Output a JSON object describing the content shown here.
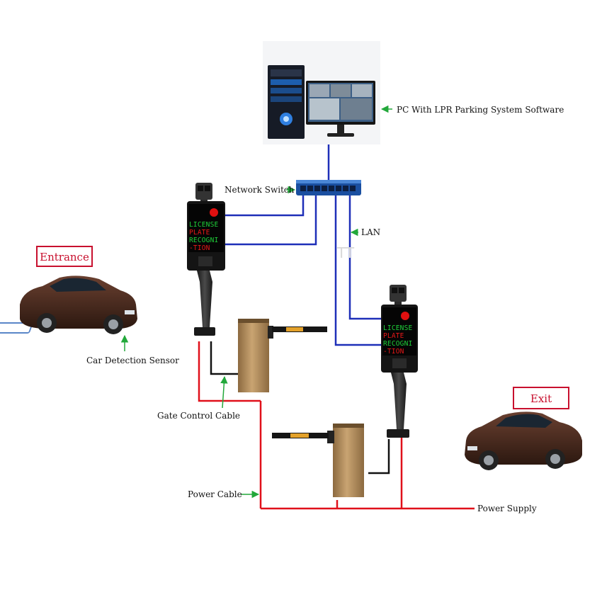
{
  "labels": {
    "pc": "PC With LPR Parking System Software",
    "switch": "Network Switch",
    "lan": "LAN",
    "sensor": "Car Detection Sensor",
    "gate_cable": "Gate Control Cable",
    "power_cable": "Power Cable",
    "power_supply": "Power Supply",
    "entrance": "Entrance",
    "exit": "Exit"
  },
  "display_text": [
    "LICENSE",
    "PLATE",
    "RECOGNI",
    "-TION"
  ],
  "colors": {
    "network": "#1e2fb8",
    "power": "#e0101a",
    "control": "#111111",
    "arrow": "#22a83a",
    "label_box": "#c8102e",
    "car": "#3a2218",
    "barrier": "#b08a5a"
  }
}
